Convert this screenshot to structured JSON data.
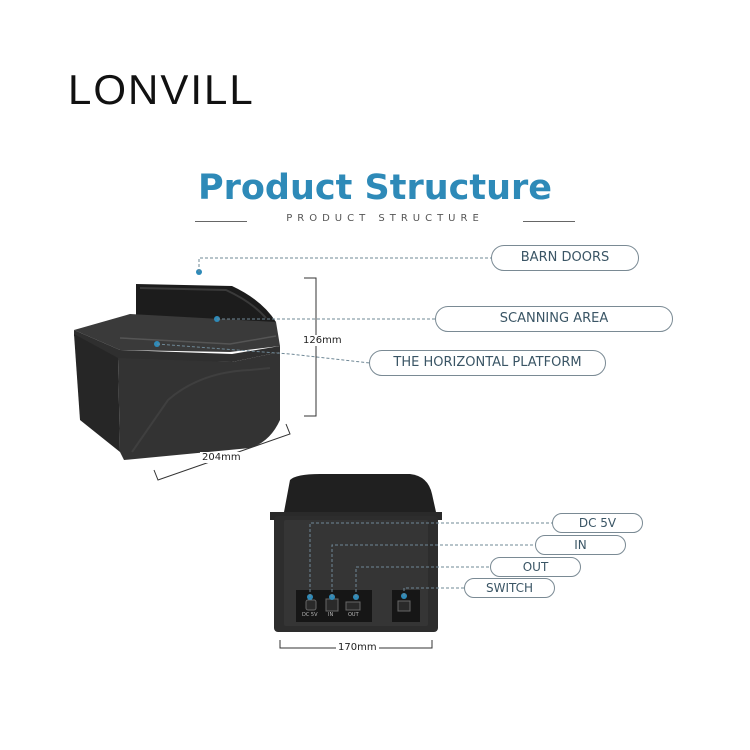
{
  "brand": "LONVILL",
  "title": "Product Structure",
  "subtitle": "PRODUCT STRUCTURE",
  "callouts_top": {
    "barn_doors": "BARN DOORS",
    "scanning_area": "SCANNING AREA",
    "horizontal_platform": "THE HORIZONTAL PLATFORM"
  },
  "callouts_rear": {
    "dc": "DC 5V",
    "in": "IN",
    "out": "OUT",
    "switch": "SWITCH"
  },
  "port_labels": {
    "dc": "DC 5V",
    "in": "IN",
    "out": "OUT"
  },
  "dimensions": {
    "height": "126mm",
    "depth": "204mm",
    "width": "170mm"
  },
  "colors": {
    "accent": "#2e8ab8",
    "device": "#2b2b2b",
    "leader": "#6f8896"
  }
}
